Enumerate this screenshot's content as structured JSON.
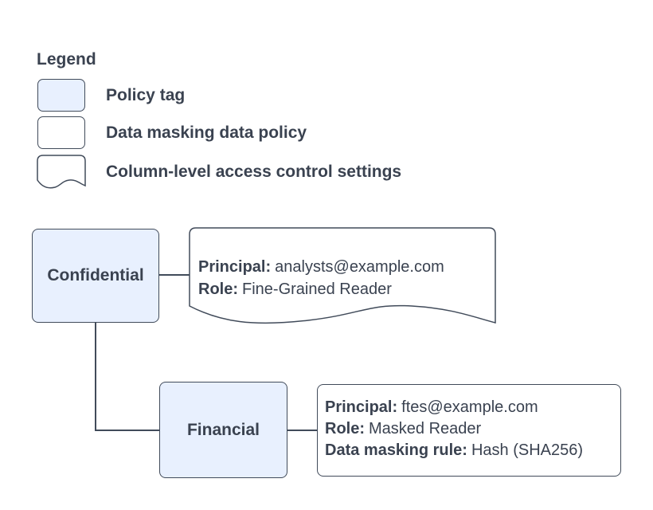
{
  "legend": {
    "title": "Legend",
    "items": [
      {
        "swatch": "policy-tag",
        "label": "Policy tag"
      },
      {
        "swatch": "data-masking-data-policy",
        "label": "Data masking data policy"
      },
      {
        "swatch": "column-level-access-control-settings",
        "label": "Column-level access control settings"
      }
    ]
  },
  "diagram": {
    "nodes": {
      "confidential": {
        "label": "Confidential",
        "type": "policy-tag"
      },
      "financial": {
        "label": "Financial",
        "type": "policy-tag"
      }
    },
    "column_access_settings": {
      "shape": "column-level-access-control-settings",
      "attached_to": "Confidential",
      "fields": [
        {
          "name": "Principal:",
          "value": "analysts@example.com"
        },
        {
          "name": "Role:",
          "value": "Fine-Grained Reader"
        }
      ]
    },
    "data_masking_policy": {
      "shape": "data-masking-data-policy",
      "attached_to": "Financial",
      "fields": [
        {
          "name": "Principal:",
          "value": "ftes@example.com"
        },
        {
          "name": "Role:",
          "value": "Masked Reader"
        },
        {
          "name": "Data masking rule:",
          "value": "Hash (SHA256)"
        }
      ]
    }
  },
  "colors": {
    "policy_tag_fill": "#e8f0fe",
    "shape_fill": "#ffffff",
    "stroke": "#414b5a",
    "text": "#3a4250",
    "background": "#ffffff"
  }
}
